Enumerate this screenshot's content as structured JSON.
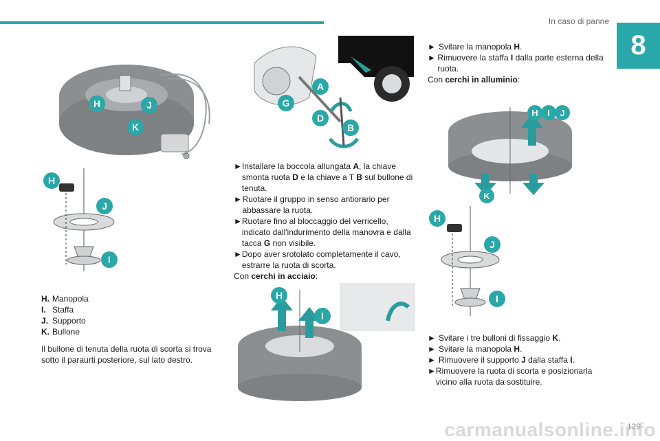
{
  "header": {
    "section": "In caso di panne",
    "chapter": "8",
    "page": "129"
  },
  "watermark": "carmanualsonline.info",
  "callouts": {
    "a": "A",
    "b": "B",
    "d": "D",
    "g": "G",
    "h": "H",
    "i": "I",
    "j": "J",
    "k": "K"
  },
  "legend": [
    {
      "key": "H.",
      "label": "Manopola"
    },
    {
      "key": "I.",
      "label": "Staffa"
    },
    {
      "key": "J.",
      "label": "Supporto"
    },
    {
      "key": "K.",
      "label": "Bullone"
    }
  ],
  "note": "Il bullone di tenuta della ruota di scorta si trova sotto il paraurti posteriore, sul lato destro.",
  "middle": {
    "b1": {
      "pre": "Installare la boccola allungata ",
      "k1": "A",
      "mid1": ", la chiave smonta ruota ",
      "k2": "D",
      "mid2": " e la chiave a T ",
      "k3": "B",
      "post": " sul bullone di tenuta."
    },
    "b2": "Ruotare il gruppo in senso antiorario per abbassare la ruota.",
    "b3": {
      "pre": "Ruotare fino al bloccaggio del verricello, indicato dall'indurimento della manovra e dalla tacca ",
      "k": "G",
      "post": " non visibile."
    },
    "b4": "Dopo aver srotolato completamente il cavo, estrarre la ruota di scorta.",
    "steel": {
      "pre": "Con ",
      "b": "cerchi in acciaio",
      "post": ":"
    }
  },
  "right": {
    "b1": {
      "pre": "Svitare la manopola ",
      "k": "H",
      "post": "."
    },
    "b2": {
      "pre": "Rimuovere la staffa ",
      "k": "I",
      "post": " dalla parte esterna della ruota."
    },
    "alloy": {
      "pre": "Con ",
      "b": "cerchi in alluminio",
      "post": ":"
    },
    "b3": {
      "pre": "Svitare i tre bulloni di fissaggio ",
      "k": "K",
      "post": "."
    },
    "b4": {
      "pre": "Svitare la manopola ",
      "k": "H",
      "post": "."
    },
    "b5": {
      "pre": "Rimuovere il supporto ",
      "k1": "J",
      "mid": " dalla staffa ",
      "k2": "I",
      "post": "."
    },
    "b6": "Rimuovere la ruota di scorta e posizionarla vicino alla ruota da sostituire."
  },
  "bullet_mark": "►",
  "colors": {
    "accent": "#2aa7a8",
    "tire": "#8c8f92",
    "arrow": "#2b9c9d"
  }
}
